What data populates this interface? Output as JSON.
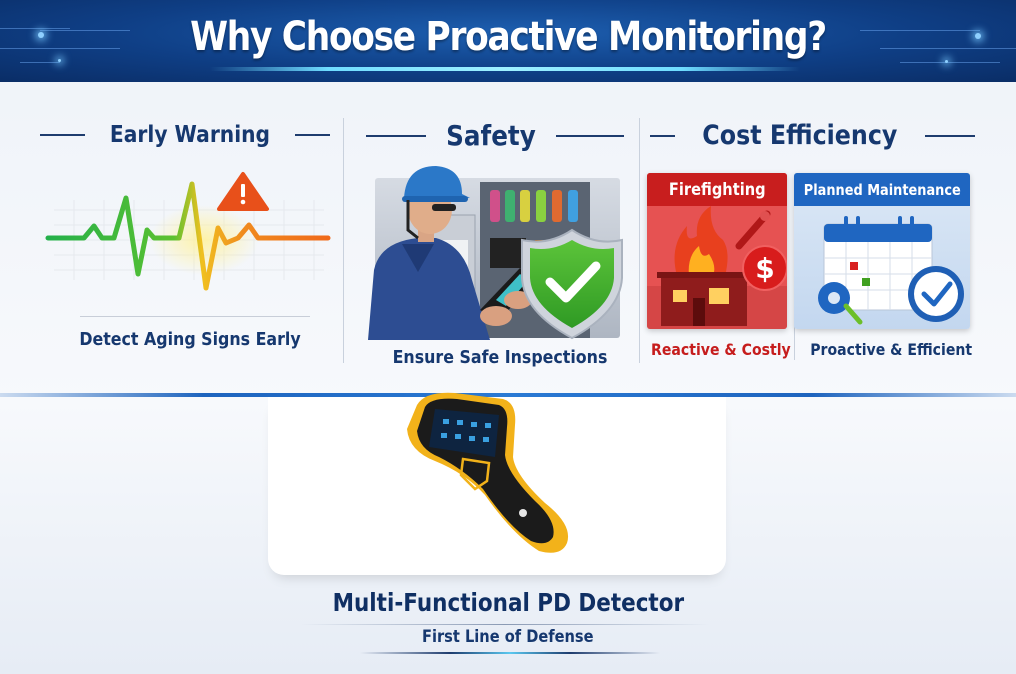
{
  "header": {
    "title": "Why Choose Proactive Monitoring?"
  },
  "columns": [
    {
      "title": "Early Warning",
      "caption": "Detect Aging Signs Early",
      "icon": "heartbeat-waveform-with-warning-icon"
    },
    {
      "title": "Safety",
      "caption": "Ensure Safe Inspections",
      "icon": "technician-with-shield-check-icon"
    },
    {
      "title": "Cost Efficiency",
      "cards": [
        {
          "label": "Firefighting",
          "caption": "Reactive & Costly",
          "color": "#d32a2a",
          "icon": "burning-building-dollar-icon"
        },
        {
          "label": "Planned Maintenance",
          "caption": "Proactive & Efficient",
          "color": "#1f66c1",
          "icon": "calendar-gear-clock-icon"
        }
      ]
    }
  ],
  "product": {
    "name": "Multi-Functional PD Detector",
    "tagline": "First Line of Defense",
    "icon": "handheld-detector-device-icon"
  },
  "colors": {
    "navy": "#16386f",
    "header_blue": "#0f3f86",
    "red": "#d32a2a",
    "blue": "#1f66c1",
    "yellow": "#f2b21a"
  }
}
